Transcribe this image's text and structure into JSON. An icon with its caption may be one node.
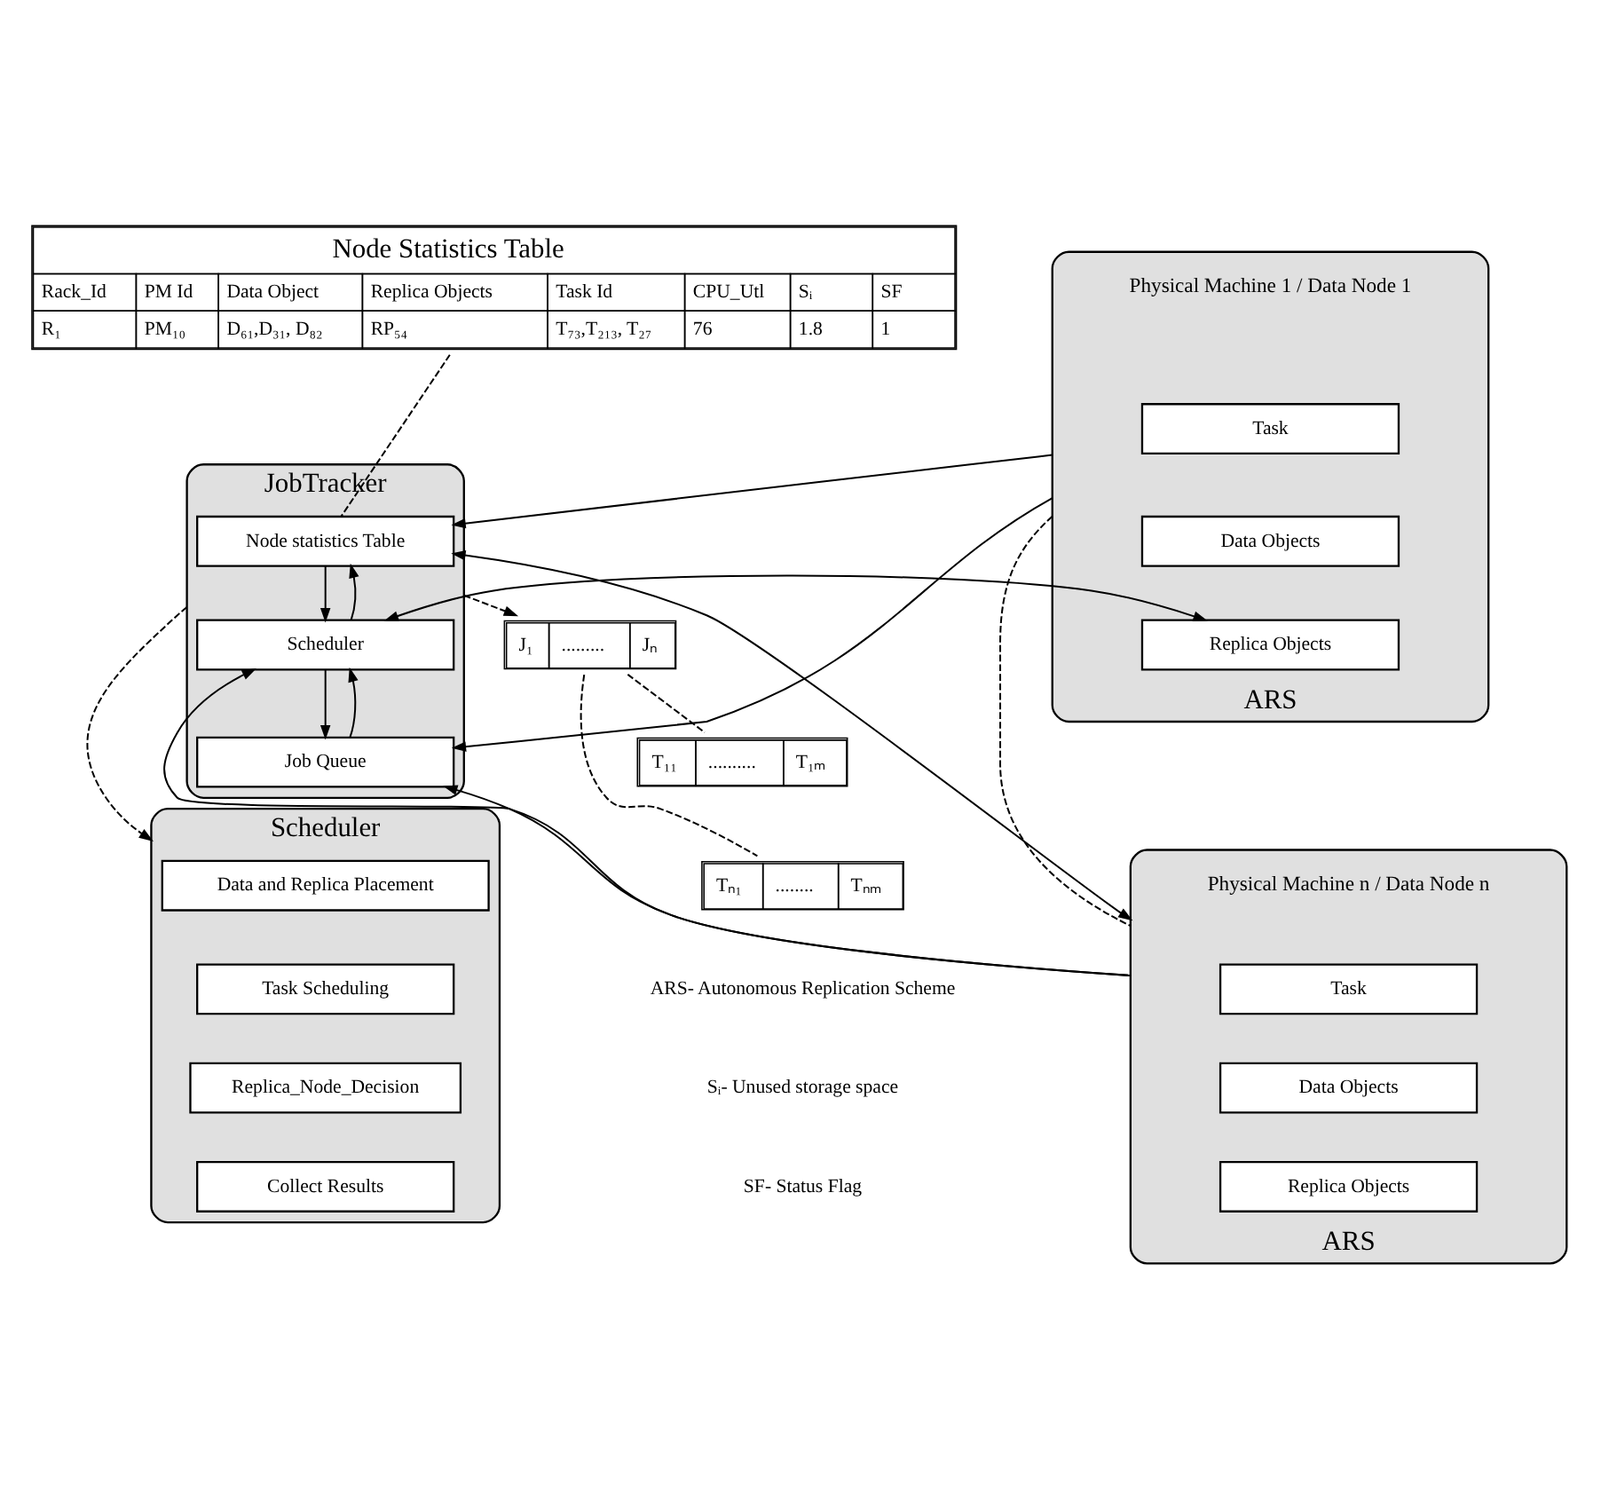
{
  "diagram": {
    "nodes": [
      {
        "text": [
          "Node Statistics Table",
          "Rack_Id",
          "PM Id",
          "Data Object",
          "Replica Objects",
          "Task Id",
          "CPU_Utl",
          "Sᵢ",
          "SF",
          "R₁",
          "PM₁₀",
          "D₆₁,D₃₁, D₈₂",
          "RP₅₄",
          "T₇₃,T₂₁₃, T₂₇",
          "76",
          "1.8",
          "1"
        ]
      },
      {
        "text": [
          "J₁",
          ".........",
          "Jₙ"
        ]
      },
      {
        "text": [
          "T₁₁",
          "..........",
          "T₁ₘ"
        ]
      },
      {
        "text": [
          "Tₙ₁",
          "........",
          "Tₙₘ"
        ]
      },
      {
        "text": [
          "JobTracker"
        ]
      },
      {
        "text": [
          "Node statistics Table"
        ],
        "in": 4
      },
      {
        "text": [
          "Scheduler"
        ],
        "in": 4
      },
      {
        "text": [
          "Job Queue"
        ],
        "in": 4
      },
      {
        "text": [
          "Scheduler"
        ]
      },
      {
        "text": [
          "Data and Replica Placement"
        ],
        "in": 8
      },
      {
        "text": [
          "Task Scheduling"
        ],
        "in": 8
      },
      {
        "text": [
          "Replica_Node_Decision"
        ],
        "in": 8
      },
      {
        "text": [
          "Collect Results"
        ],
        "in": 8
      },
      {
        "text": [
          "ARS"
        ],
        "beside": [
          "Physical Machine 1 / Data Node 1"
        ]
      },
      {
        "text": [
          "Task"
        ],
        "in": 13
      },
      {
        "text": [
          "Data Objects"
        ],
        "in": 13
      },
      {
        "text": [
          "Replica Objects"
        ],
        "in": 13
      },
      {
        "text": [
          "ARS"
        ],
        "beside": [
          "Physical Machine n / Data Node n"
        ]
      },
      {
        "text": [
          "Task"
        ],
        "in": 17
      },
      {
        "text": [
          "Data Objects"
        ],
        "in": 17
      },
      {
        "text": [
          "Replica Objects"
        ],
        "in": 17
      }
    ],
    "edges": [
      {
        "from": 0,
        "to": 5,
        "arrow": "none",
        "style": "dashed"
      },
      {
        "from": 5,
        "to": 6,
        "arrow": "to"
      },
      {
        "from": 6,
        "to": 5,
        "arrow": "to"
      },
      {
        "from": 6,
        "to": 7,
        "arrow": "to"
      },
      {
        "from": 7,
        "to": 6,
        "arrow": "to"
      },
      {
        "from": 4,
        "to": 1,
        "arrow": "to",
        "style": "dashed"
      },
      {
        "from": 1,
        "to": 2,
        "arrow": "none",
        "style": "dashed"
      },
      {
        "from": 1,
        "to": 3,
        "arrow": "none",
        "style": "dashed"
      },
      {
        "from": 4,
        "to": 8,
        "arrow": "to",
        "style": "dashed"
      },
      {
        "from": 13,
        "to": 5,
        "arrow": "to"
      },
      {
        "from": 13,
        "to": 7,
        "arrow": "to"
      },
      {
        "from": 6,
        "to": 16,
        "arrow": "both"
      },
      {
        "from": 17,
        "to": 5,
        "arrow": "both"
      },
      {
        "from": 17,
        "to": 6,
        "arrow": "to"
      },
      {
        "from": 17,
        "to": 7,
        "arrow": "to"
      },
      {
        "from": 13,
        "to": 17,
        "arrow": "none",
        "style": "dashed"
      }
    ],
    "labels": [
      "ARS- Autonomous Replication Scheme",
      "Sᵢ- Unused storage space",
      "SF- Status Flag"
    ]
  }
}
